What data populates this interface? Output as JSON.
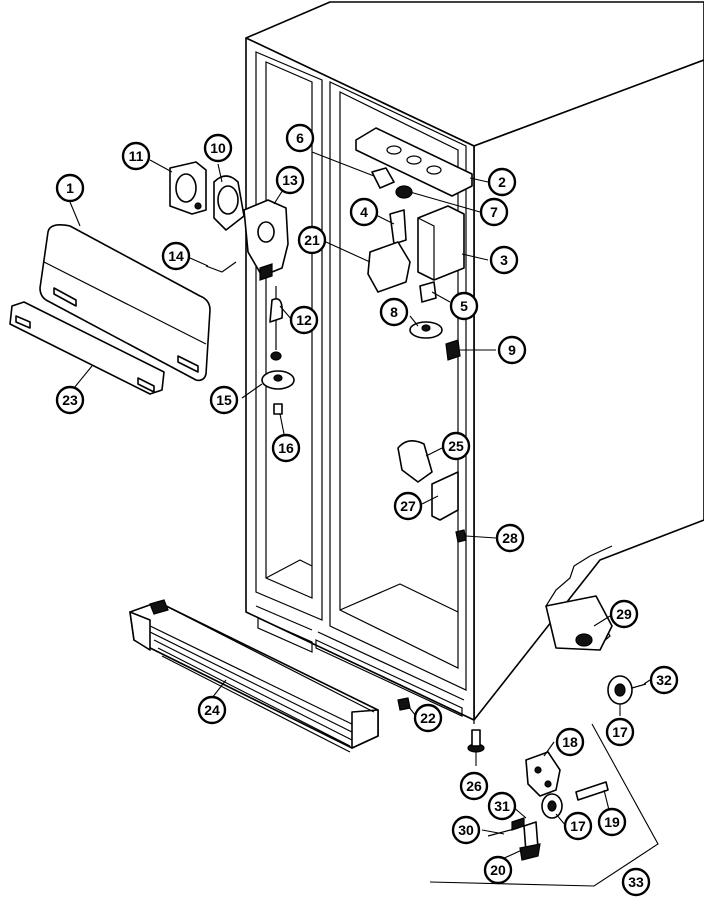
{
  "callouts": [
    "1",
    "2",
    "3",
    "4",
    "5",
    "6",
    "7",
    "8",
    "9",
    "10",
    "11",
    "12",
    "13",
    "14",
    "15",
    "16",
    "17",
    "18",
    "19",
    "20",
    "21",
    "22",
    "23",
    "24",
    "25",
    "26",
    "27",
    "28",
    "29",
    "30",
    "31",
    "32",
    "33",
    "17"
  ]
}
